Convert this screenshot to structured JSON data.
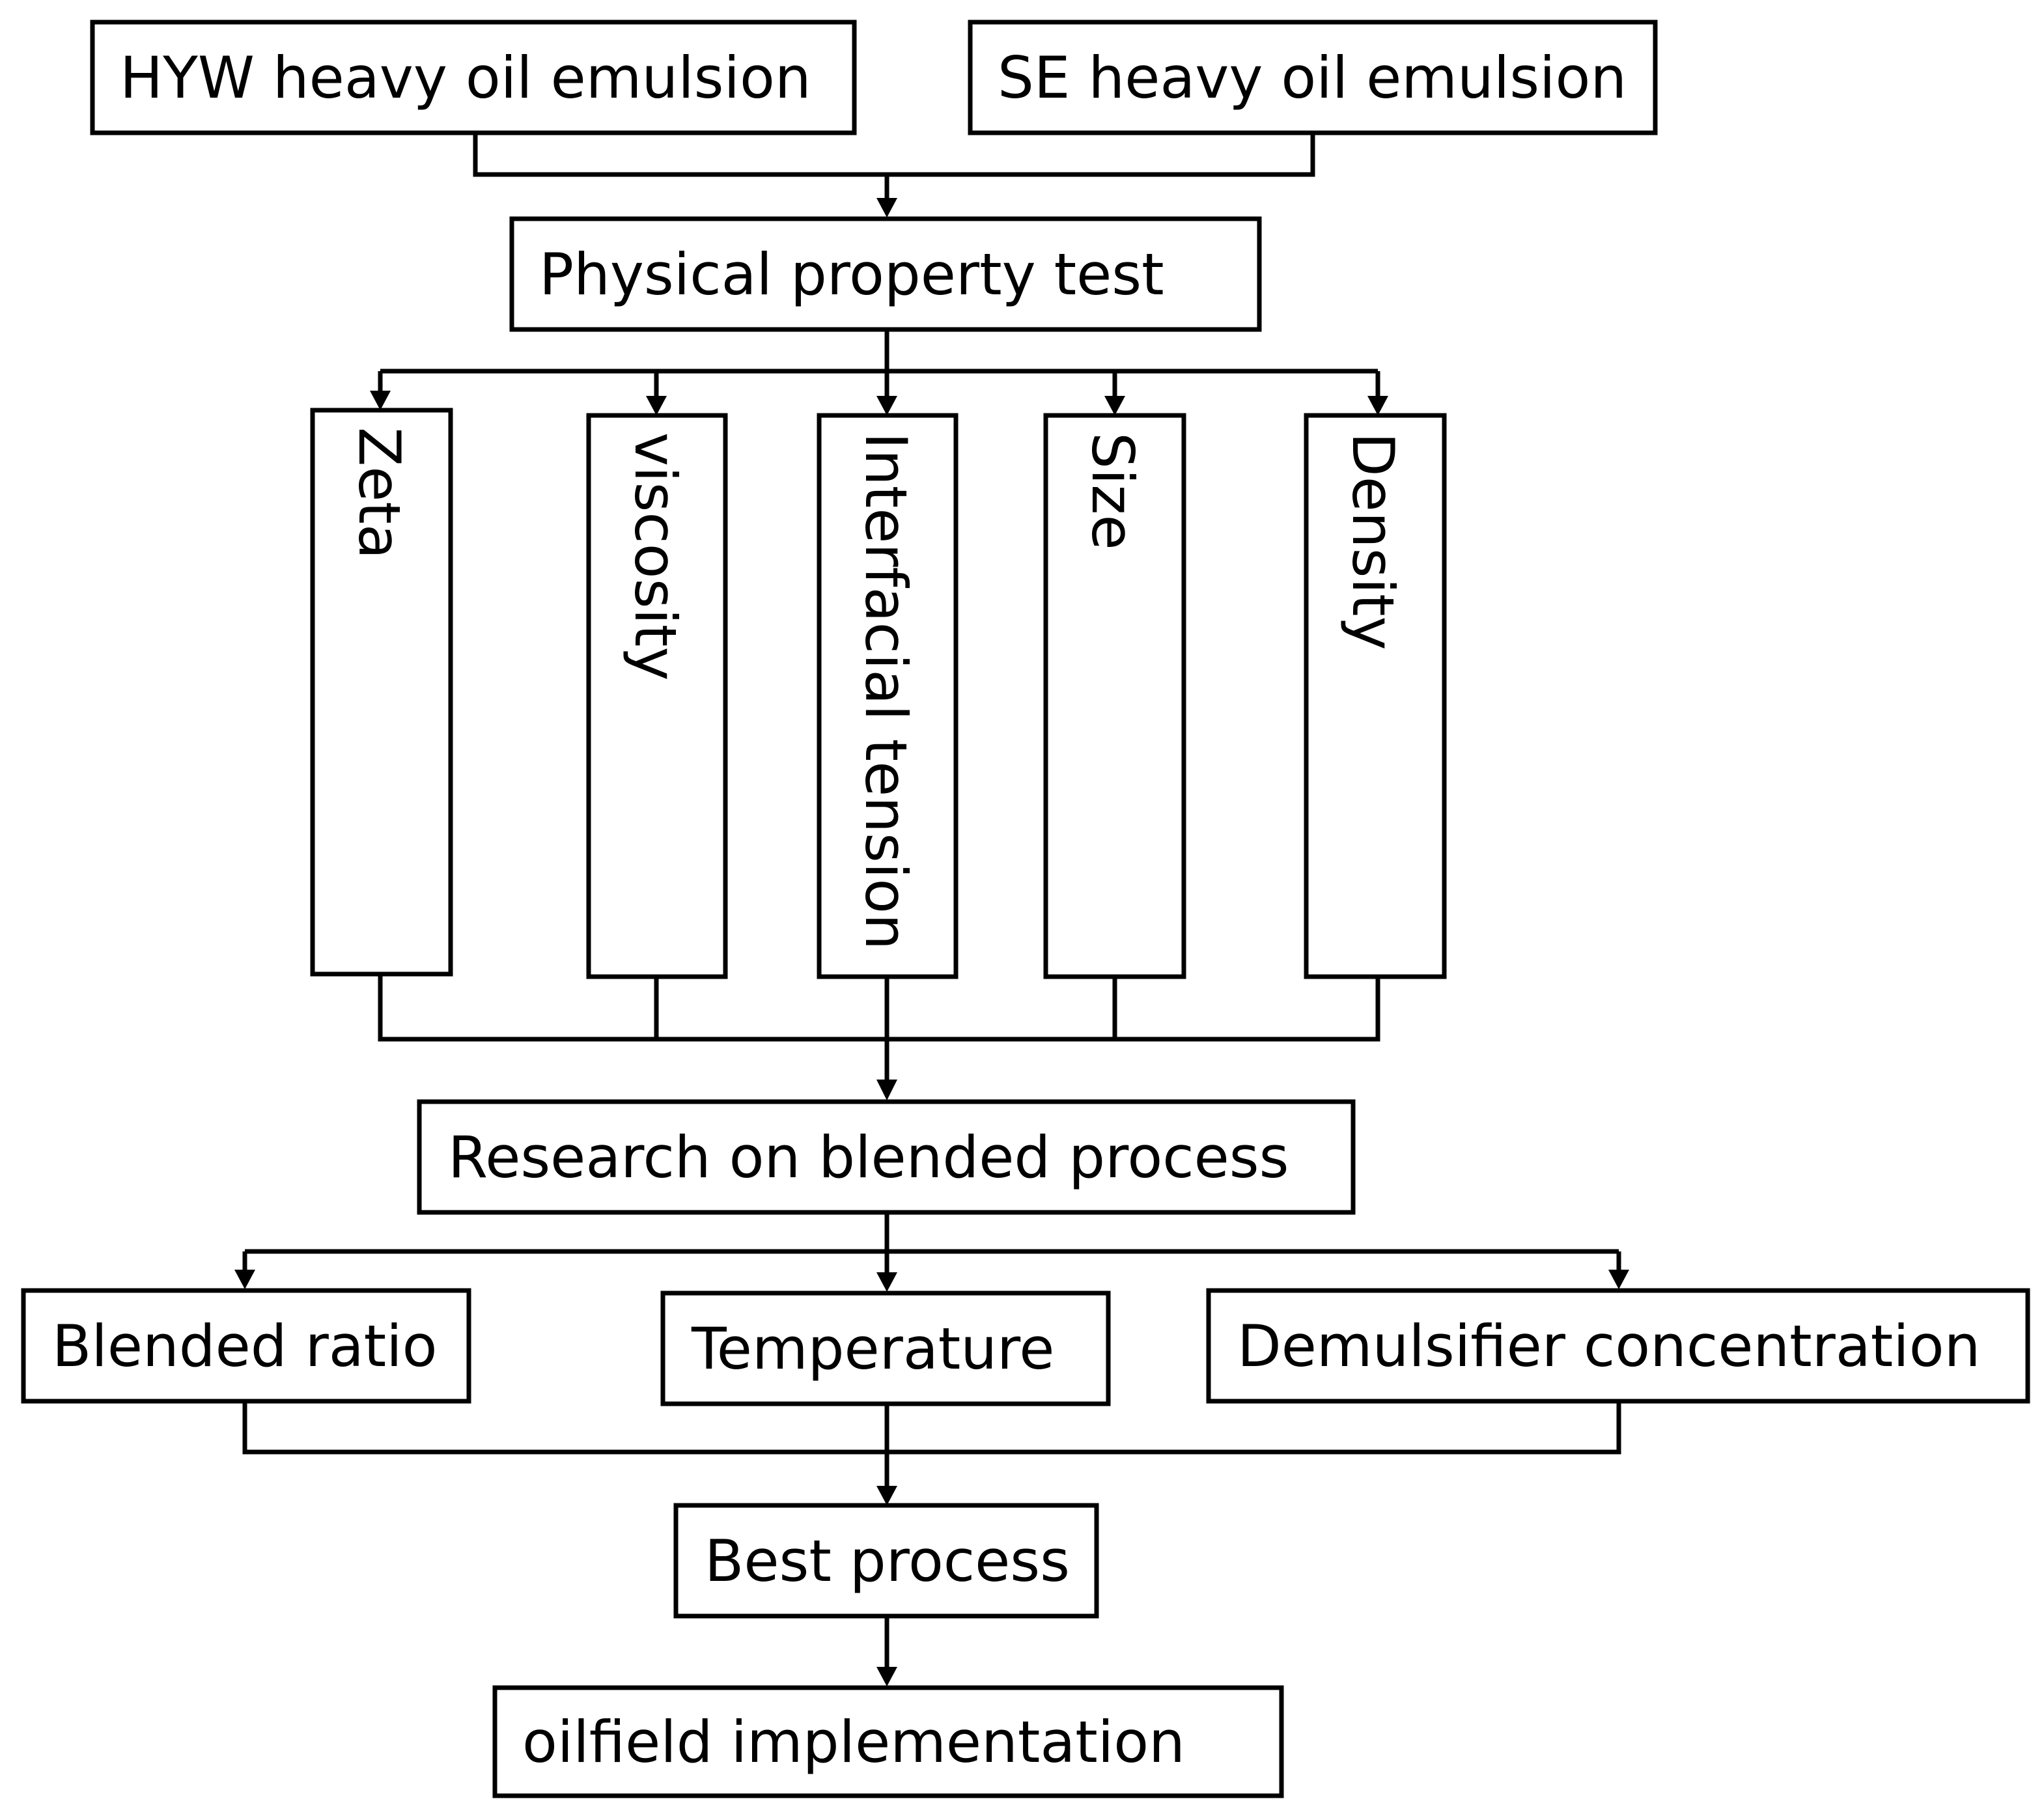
{
  "diagram": {
    "inputs": [
      "HYW heavy oil emulsion",
      "SE heavy oil emulsion"
    ],
    "physical_test": "Physical property test",
    "properties": [
      "Zeta",
      "viscosity",
      "Interfacial tension",
      "Size",
      "Density"
    ],
    "research": "Research on blended process",
    "factors": [
      "Blended ratio",
      "Temperature",
      "Demulsifier concentration"
    ],
    "best_process": "Best process",
    "implementation": "oilfield implementation"
  }
}
